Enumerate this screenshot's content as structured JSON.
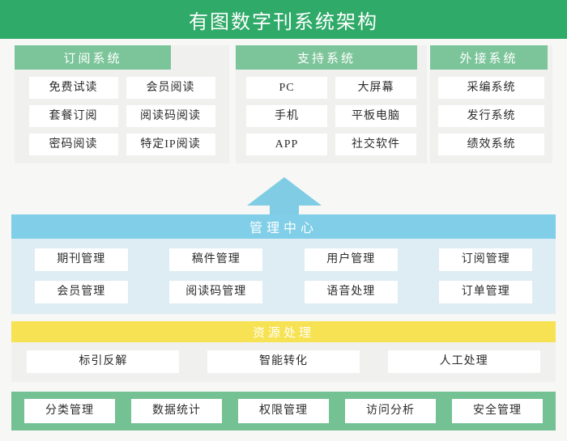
{
  "title": "有图数字刊系统架构",
  "colors": {
    "title_bar": "#2faa69",
    "panel_header_green": "#7cc59a",
    "panel_body_gray": "#f0f0ef",
    "mgmt_header_blue": "#80cee8",
    "mgmt_body_blue": "#ddedf3",
    "resource_header_yellow": "#f6e252",
    "bottom_bar_green": "#74c294",
    "chip_white": "#ffffff",
    "page_background": "#f7f7f5",
    "arrow_blue": "#7fcce4"
  },
  "top_panels": [
    {
      "id": "subscription-system",
      "header": "订阅系统",
      "items": [
        "免费试读",
        "会员阅读",
        "套餐订阅",
        "阅读码阅读",
        "密码阅读",
        "特定IP阅读"
      ]
    },
    {
      "id": "support-system",
      "header": "支持系统",
      "items": [
        "PC",
        "大屏幕",
        "手机",
        "平板电脑",
        "APP",
        "社交软件"
      ]
    },
    {
      "id": "external-system",
      "header": "外接系统",
      "items": [
        "采编系统",
        "发行系统",
        "绩效系统"
      ]
    }
  ],
  "arrow": {
    "direction": "up",
    "icon": "arrow-up-icon"
  },
  "management_center": {
    "header": "管理中心",
    "items": [
      "期刊管理",
      "稿件管理",
      "用户管理",
      "订阅管理",
      "会员管理",
      "阅读码管理",
      "语音处理",
      "订单管理"
    ]
  },
  "resource_processing": {
    "header": "资源处理",
    "items": [
      "标引反解",
      "智能转化",
      "人工处理"
    ]
  },
  "bottom_bar": {
    "items": [
      "分类管理",
      "数据统计",
      "权限管理",
      "访问分析",
      "安全管理"
    ]
  }
}
